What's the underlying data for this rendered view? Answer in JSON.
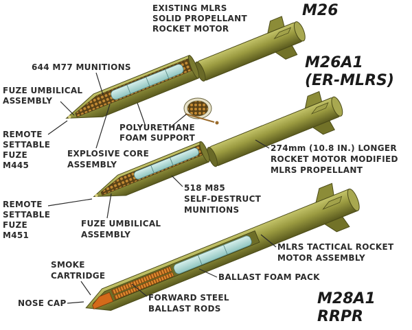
{
  "titles": {
    "m26": "M26",
    "m26a1_line1": "M26A1",
    "m26a1_line2": "(ER-MLRS)",
    "m28a1_line1": "M28A1",
    "m28a1_line2": "RRPR"
  },
  "labels": {
    "existing_motor": [
      "EXISTING MLRS",
      "SOLID PROPELLANT",
      "ROCKET MOTOR"
    ],
    "m77_munitions": [
      "644 M77 MUNITIONS"
    ],
    "fuze_umbilical_top": [
      "FUZE UMBILICAL",
      "ASSEMBLY"
    ],
    "remote_fuze_m445": [
      "REMOTE",
      "SETTABLE",
      "FUZE",
      "M445"
    ],
    "polyurethane_foam": [
      "POLYURETHANE",
      "FOAM SUPPORT"
    ],
    "explosive_core": [
      "EXPLOSIVE CORE",
      "ASSEMBLY"
    ],
    "longer_motor": [
      "274mm (10.8 IN.) LONGER",
      "ROCKET MOTOR MODIFIED",
      "MLRS PROPELLANT"
    ],
    "m85_munitions": [
      "518 M85",
      "SELF-DESTRUCT",
      "MUNITIONS"
    ],
    "remote_fuze_m451": [
      "REMOTE",
      "SETTABLE",
      "FUZE",
      "M451"
    ],
    "fuze_umbilical_mid": [
      "FUZE UMBILICAL",
      "ASSEMBLY"
    ],
    "tactical_motor": [
      "MLRS TACTICAL ROCKET",
      "MOTOR ASSEMBLY"
    ],
    "smoke_cartridge": [
      "SMOKE",
      "CARTRIDGE"
    ],
    "ballast_foam": [
      "BALLAST FOAM PACK"
    ],
    "nose_cap": [
      "NOSE CAP"
    ],
    "steel_rods": [
      "FORWARD STEEL",
      "BALLAST RODS"
    ]
  },
  "colors": {
    "olive": "#8f8f3a",
    "olive_light": "#b4b45c",
    "olive_dark": "#5e5e22",
    "foam": "#a9d6d2",
    "munition": "#b27a2a",
    "rod": "#c7701e"
  }
}
